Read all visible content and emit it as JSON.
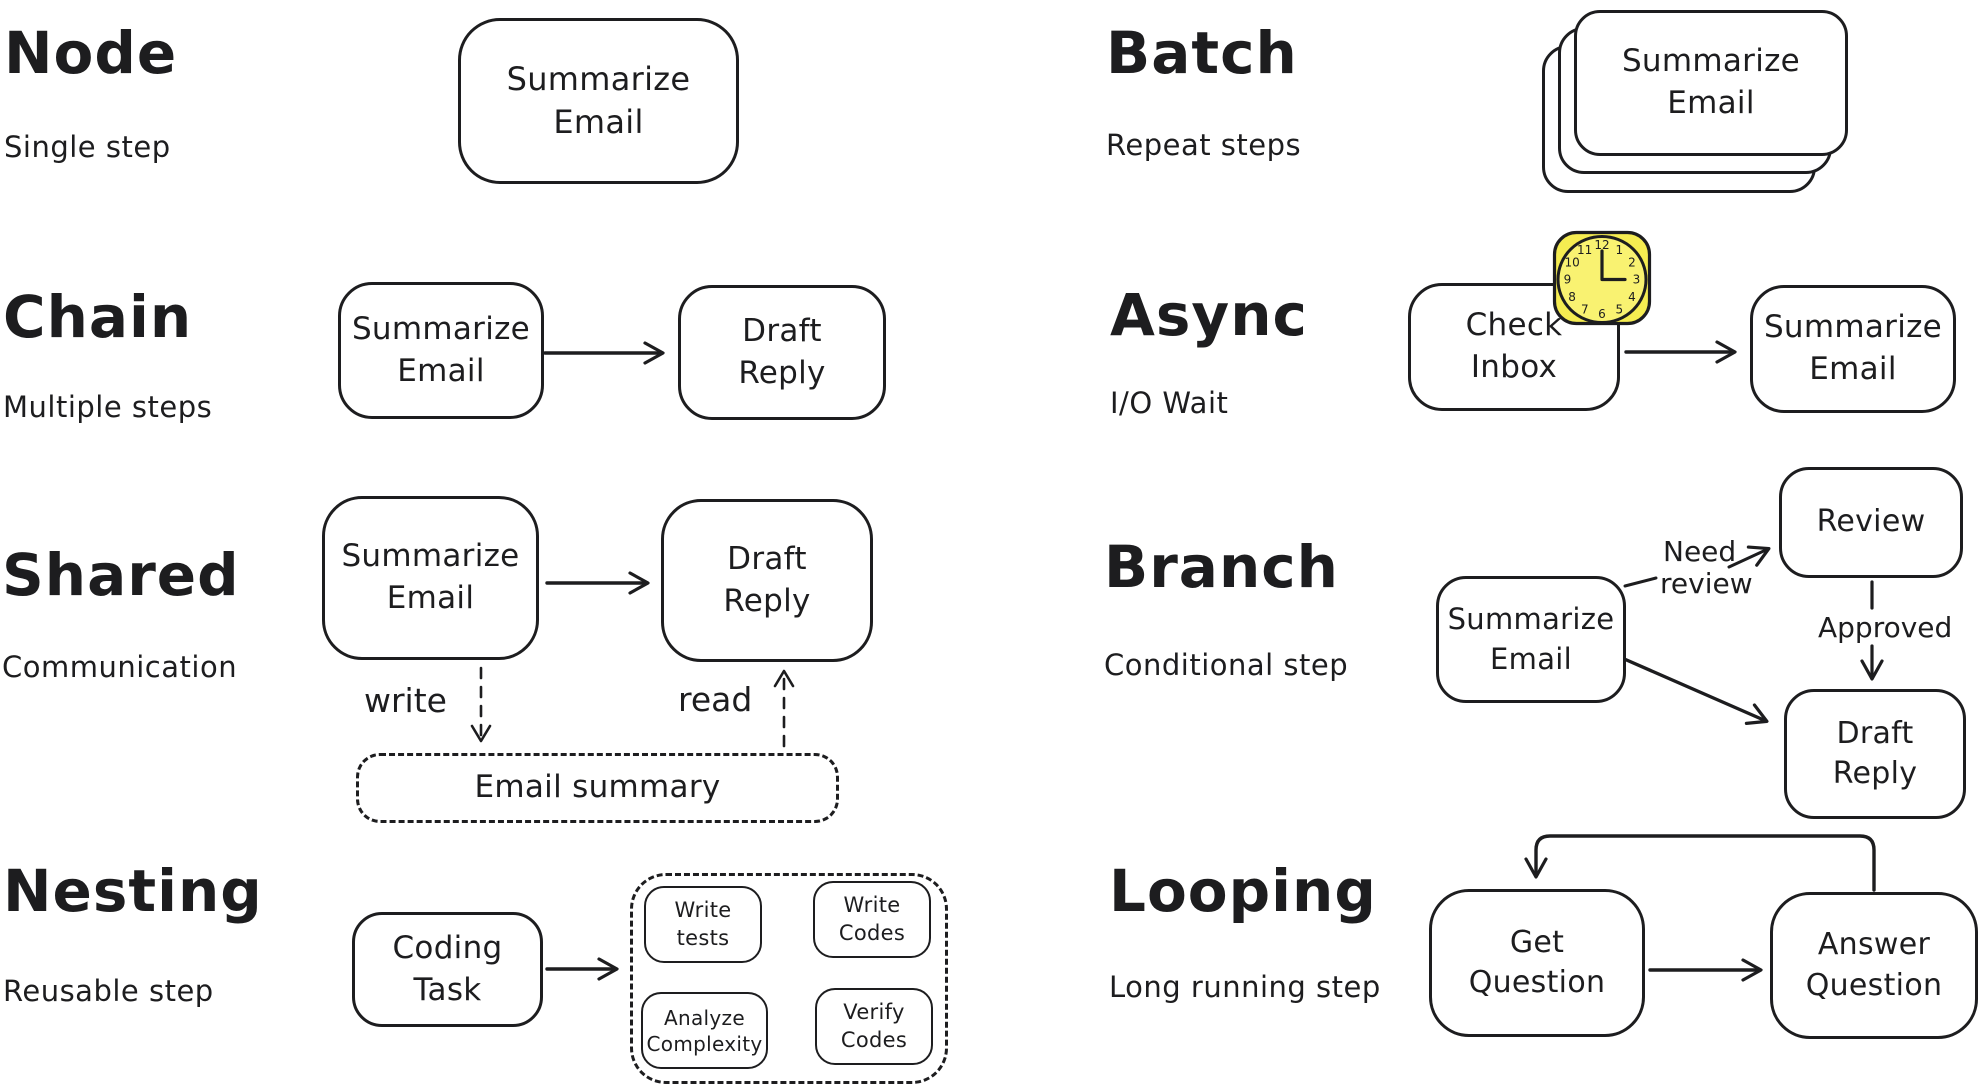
{
  "diagram": {
    "ink_color": "#1d1d1f",
    "clock_fill_color": "#f5ec51",
    "sections": {
      "node": {
        "title": "Node",
        "subtitle": "Single step",
        "box": "Summarize\nEmail"
      },
      "batch": {
        "title": "Batch",
        "subtitle": "Repeat steps",
        "box": "Summarize\nEmail"
      },
      "chain": {
        "title": "Chain",
        "subtitle": "Multiple steps",
        "box1": "Summarize\nEmail",
        "box2": "Draft\nReply"
      },
      "async": {
        "title": "Async",
        "subtitle": "I/O Wait",
        "box1": "Check\nInbox",
        "box2": "Summarize\nEmail",
        "clock_numbers": [
          "12",
          "1",
          "2",
          "3",
          "4",
          "5",
          "6",
          "7",
          "8",
          "9",
          "10",
          "11"
        ]
      },
      "shared": {
        "title": "Shared",
        "subtitle": "Communication",
        "box1": "Summarize\nEmail",
        "box2": "Draft\nReply",
        "write_label": "write",
        "read_label": "read",
        "store": "Email summary"
      },
      "branch": {
        "title": "Branch",
        "subtitle": "Conditional step",
        "box1": "Summarize\nEmail",
        "box2": "Review",
        "box3": "Draft\nReply",
        "need_line1": "Need",
        "need_line2": "review",
        "approved_label": "Approved"
      },
      "nesting": {
        "title": "Nesting",
        "subtitle": "Reusable step",
        "box": "Coding\nTask",
        "inner1": "Write\ntests",
        "inner2": "Write\nCodes",
        "inner3": "Verify\nCodes",
        "inner4": "Analyze\nComplexity"
      },
      "looping": {
        "title": "Looping",
        "subtitle": "Long running step",
        "box1": "Get\nQuestion",
        "box2": "Answer\nQuestion"
      }
    }
  }
}
